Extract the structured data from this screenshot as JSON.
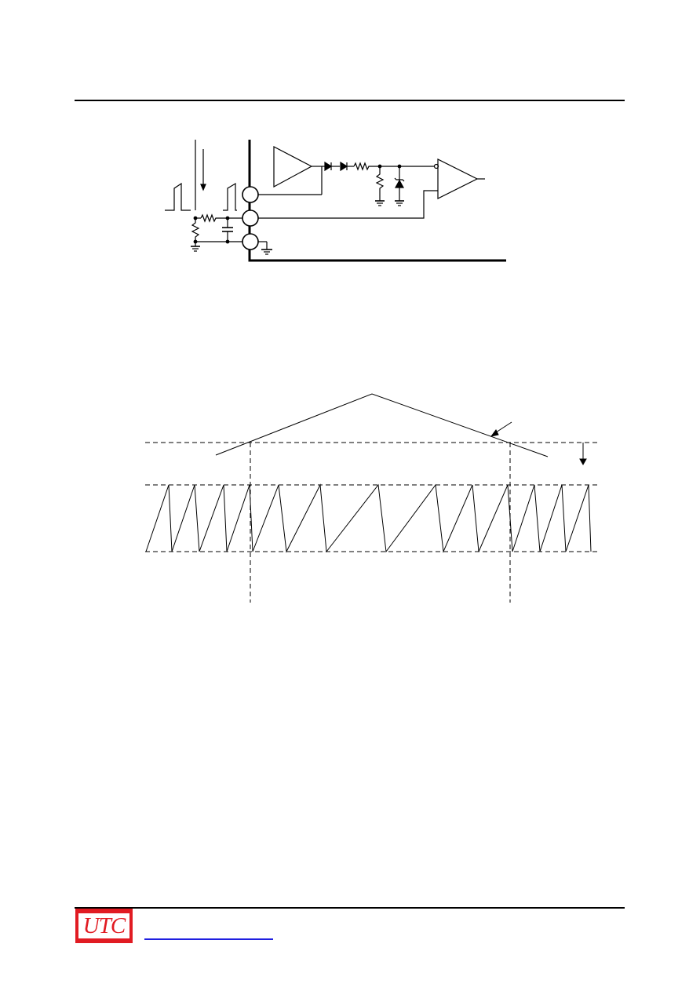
{
  "header": {},
  "circuit_figure": {
    "components": [
      "comparator",
      "diode",
      "diode",
      "resistor",
      "resistor",
      "zener-diode",
      "comparator",
      "resistor",
      "resistor",
      "capacitor",
      "ground",
      "ground",
      "ground",
      "ground"
    ]
  },
  "waveform_figure": {
    "traces": [
      "triangle-modulation",
      "sawtooth-oscillator",
      "threshold-levels",
      "crossing-markers"
    ]
  },
  "footer": {
    "logo_text": "UTC",
    "brand_color": "#e11b22",
    "link_color": "#1f1fe0"
  }
}
